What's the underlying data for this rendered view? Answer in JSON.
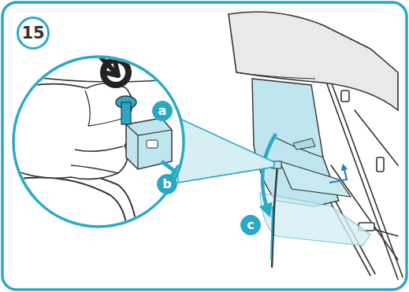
{
  "diagram": {
    "nodes": [
      {
        "text": [
          "15"
        ]
      },
      {
        "text": [
          "a"
        ]
      },
      {
        "text": [
          "b"
        ]
      },
      {
        "text": [
          "c"
        ]
      }
    ]
  }
}
